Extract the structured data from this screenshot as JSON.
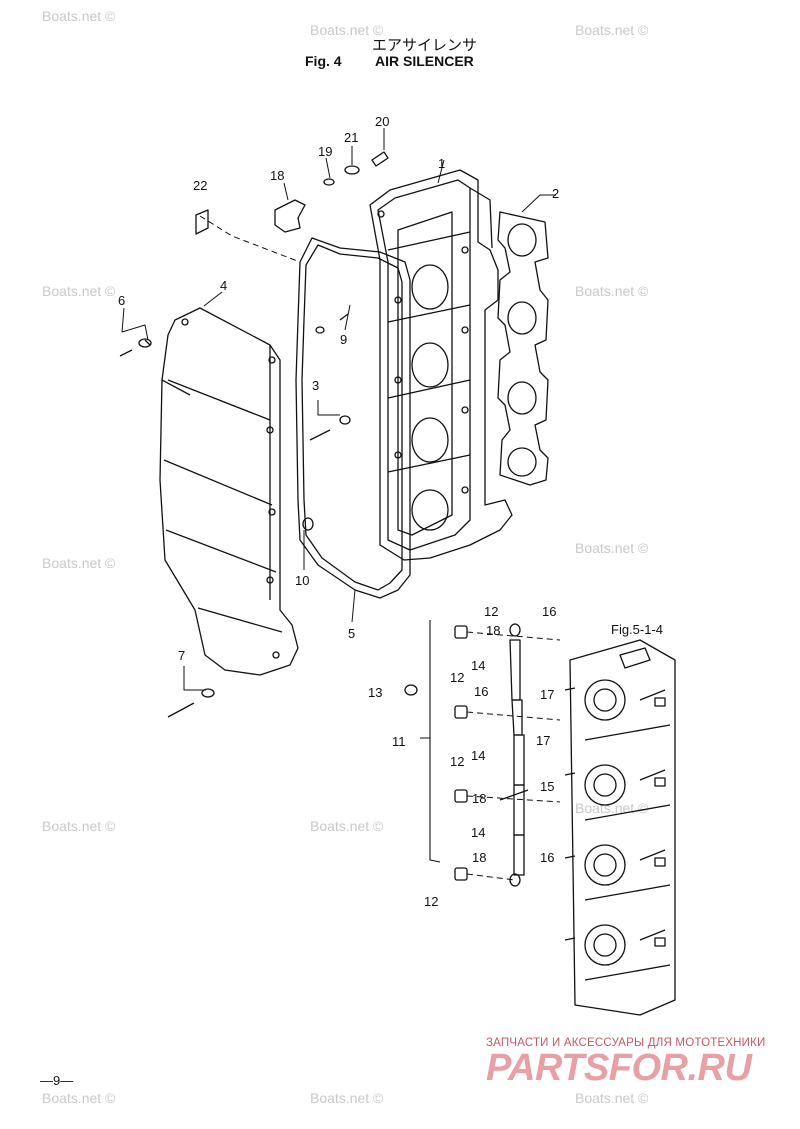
{
  "title": {
    "japanese": "エアサイレンサ",
    "fig_number": "Fig. 4",
    "name": "AIR SILENCER"
  },
  "watermark": "Boats.net ©",
  "page_number": "—9—",
  "brand": {
    "tagline": "ЗАПЧАСТИ И АКСЕССУАРЫ ДЛЯ МОТОТЕХНИКИ",
    "logo": "PARTSFOR.RU"
  },
  "reference": "Fig.5-1-4",
  "callouts": [
    "1",
    "2",
    "3",
    "4",
    "5",
    "6",
    "7",
    "9",
    "10",
    "11",
    "12",
    "12",
    "12",
    "12",
    "13",
    "14",
    "14",
    "14",
    "15",
    "16",
    "16",
    "16",
    "17",
    "17",
    "18",
    "18",
    "18",
    "18",
    "19",
    "20",
    "21",
    "22"
  ],
  "colors": {
    "line": "#111111",
    "watermark": "#c9c9c9",
    "brand": "#e8a0a5"
  }
}
